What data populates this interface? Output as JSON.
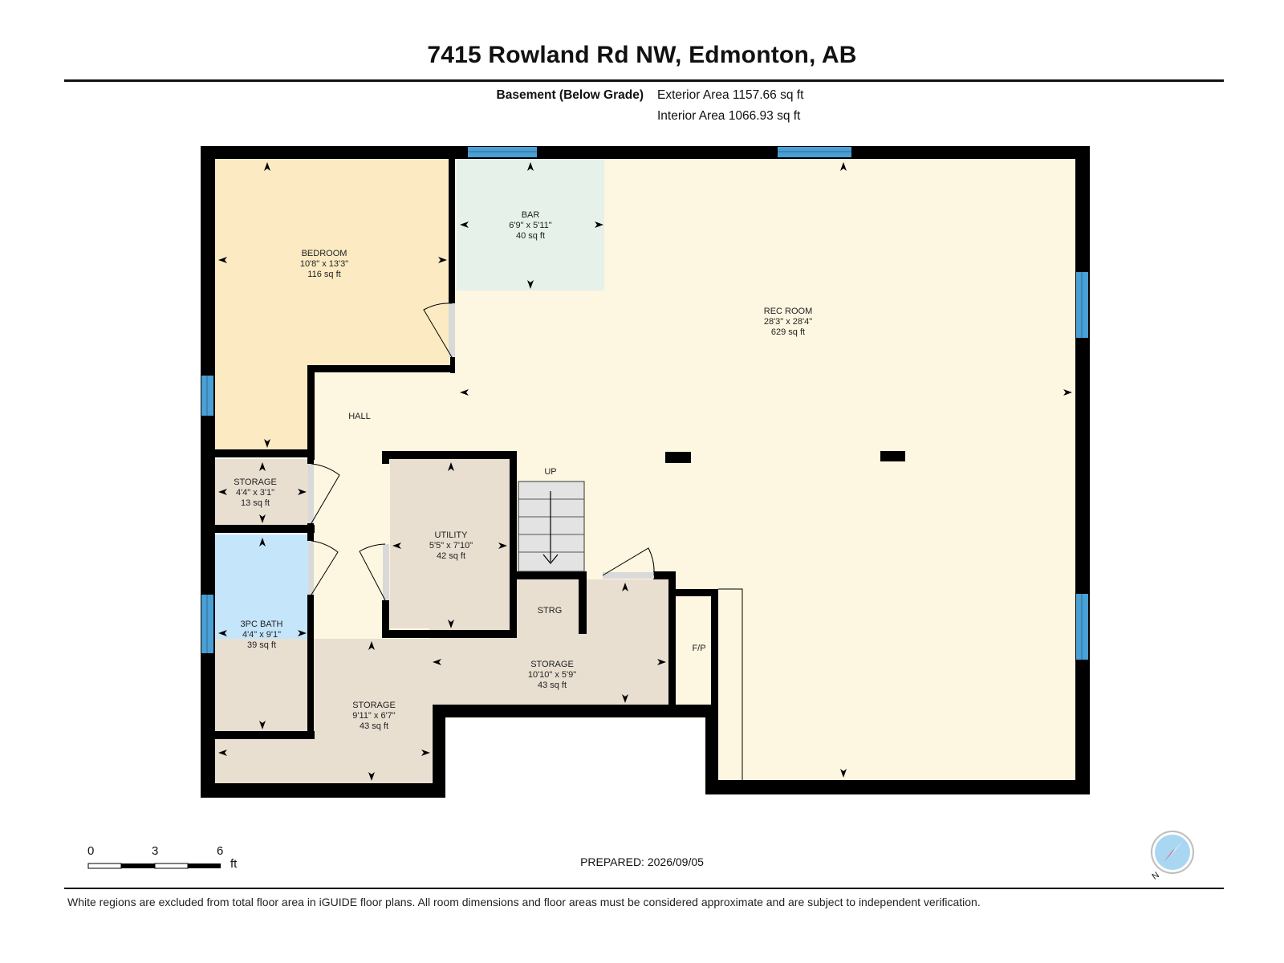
{
  "header": {
    "title": "7415 Rowland Rd NW, Edmonton, AB",
    "level_label": "Basement (Below Grade)",
    "exterior_area": "Exterior Area 1157.66 sq ft",
    "interior_area": "Interior Area 1066.93 sq ft"
  },
  "rooms": {
    "bedroom": {
      "name": "BEDROOM",
      "dims": "10'8\" x 13'3\"",
      "area": "116 sq ft"
    },
    "bar": {
      "name": "BAR",
      "dims": "6'9\" x 5'11\"",
      "area": "40 sq ft"
    },
    "rec_room": {
      "name": "REC ROOM",
      "dims": "28'3\" x 28'4\"",
      "area": "629 sq ft"
    },
    "hall": {
      "name": "HALL"
    },
    "storage_small": {
      "name": "STORAGE",
      "dims": "4'4\" x 3'1\"",
      "area": "13 sq ft"
    },
    "utility": {
      "name": "UTILITY",
      "dims": "5'5\" x 7'10\"",
      "area": "42 sq ft"
    },
    "stairs": {
      "name": "UP"
    },
    "strg": {
      "name": "STRG"
    },
    "bath": {
      "name": "3PC BATH",
      "dims": "4'4\" x 9'1\"",
      "area": "39 sq ft"
    },
    "storage_mid": {
      "name": "STORAGE",
      "dims": "10'10\" x 5'9\"",
      "area": "43 sq ft"
    },
    "storage_left": {
      "name": "STORAGE",
      "dims": "9'11\" x 6'7\"",
      "area": "43 sq ft"
    },
    "fireplace": {
      "name": "F/P"
    }
  },
  "colors": {
    "wall": "#000000",
    "window": "#4a9fd4",
    "bedroom": "#fcebc2",
    "bar": "#e6f1ea",
    "rec_room": "#fdf6e0",
    "storage": "#e8dfd1",
    "bath": "#c5e5fb",
    "stairs": "#e3e3e3"
  },
  "scale_bar": {
    "ticks": [
      "0",
      "3",
      "6"
    ],
    "unit": "ft"
  },
  "footer": {
    "prepared": "PREPARED: 2026/09/05",
    "disclaimer": "White regions are excluded from total floor area in iGUIDE floor plans. All room dimensions and floor areas must be considered approximate and are subject to independent verification."
  },
  "compass": {
    "label": "N"
  }
}
